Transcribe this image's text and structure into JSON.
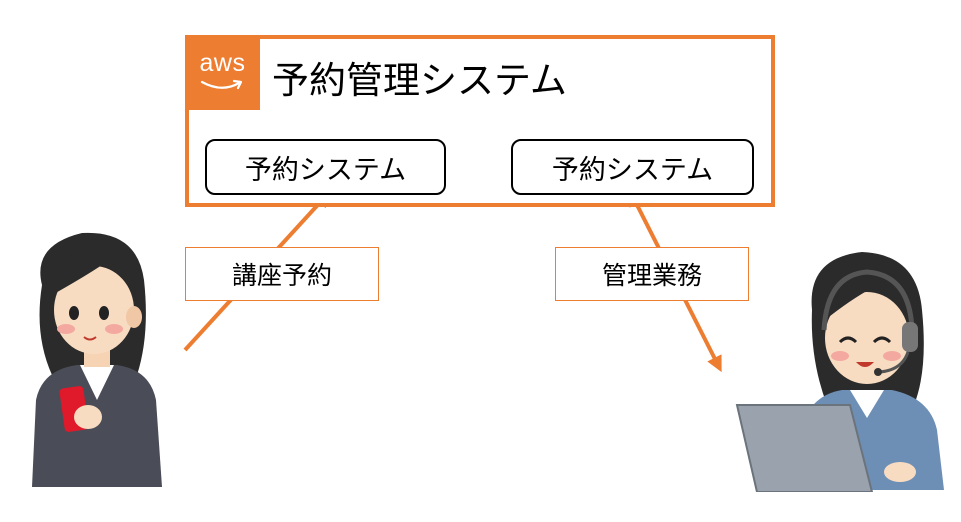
{
  "diagram": {
    "title": "予約管理システム",
    "logo_text": "aws",
    "nodes": [
      {
        "label": "予約システム"
      },
      {
        "label": "予約システム"
      }
    ],
    "edge_labels": {
      "left": "講座予約",
      "right": "管理業務"
    },
    "colors": {
      "accent": "#ED7D31",
      "node_border": "#000000"
    },
    "icons": {
      "left_person": "woman-with-smartphone-icon",
      "right_person": "operator-with-headset-icon"
    }
  }
}
